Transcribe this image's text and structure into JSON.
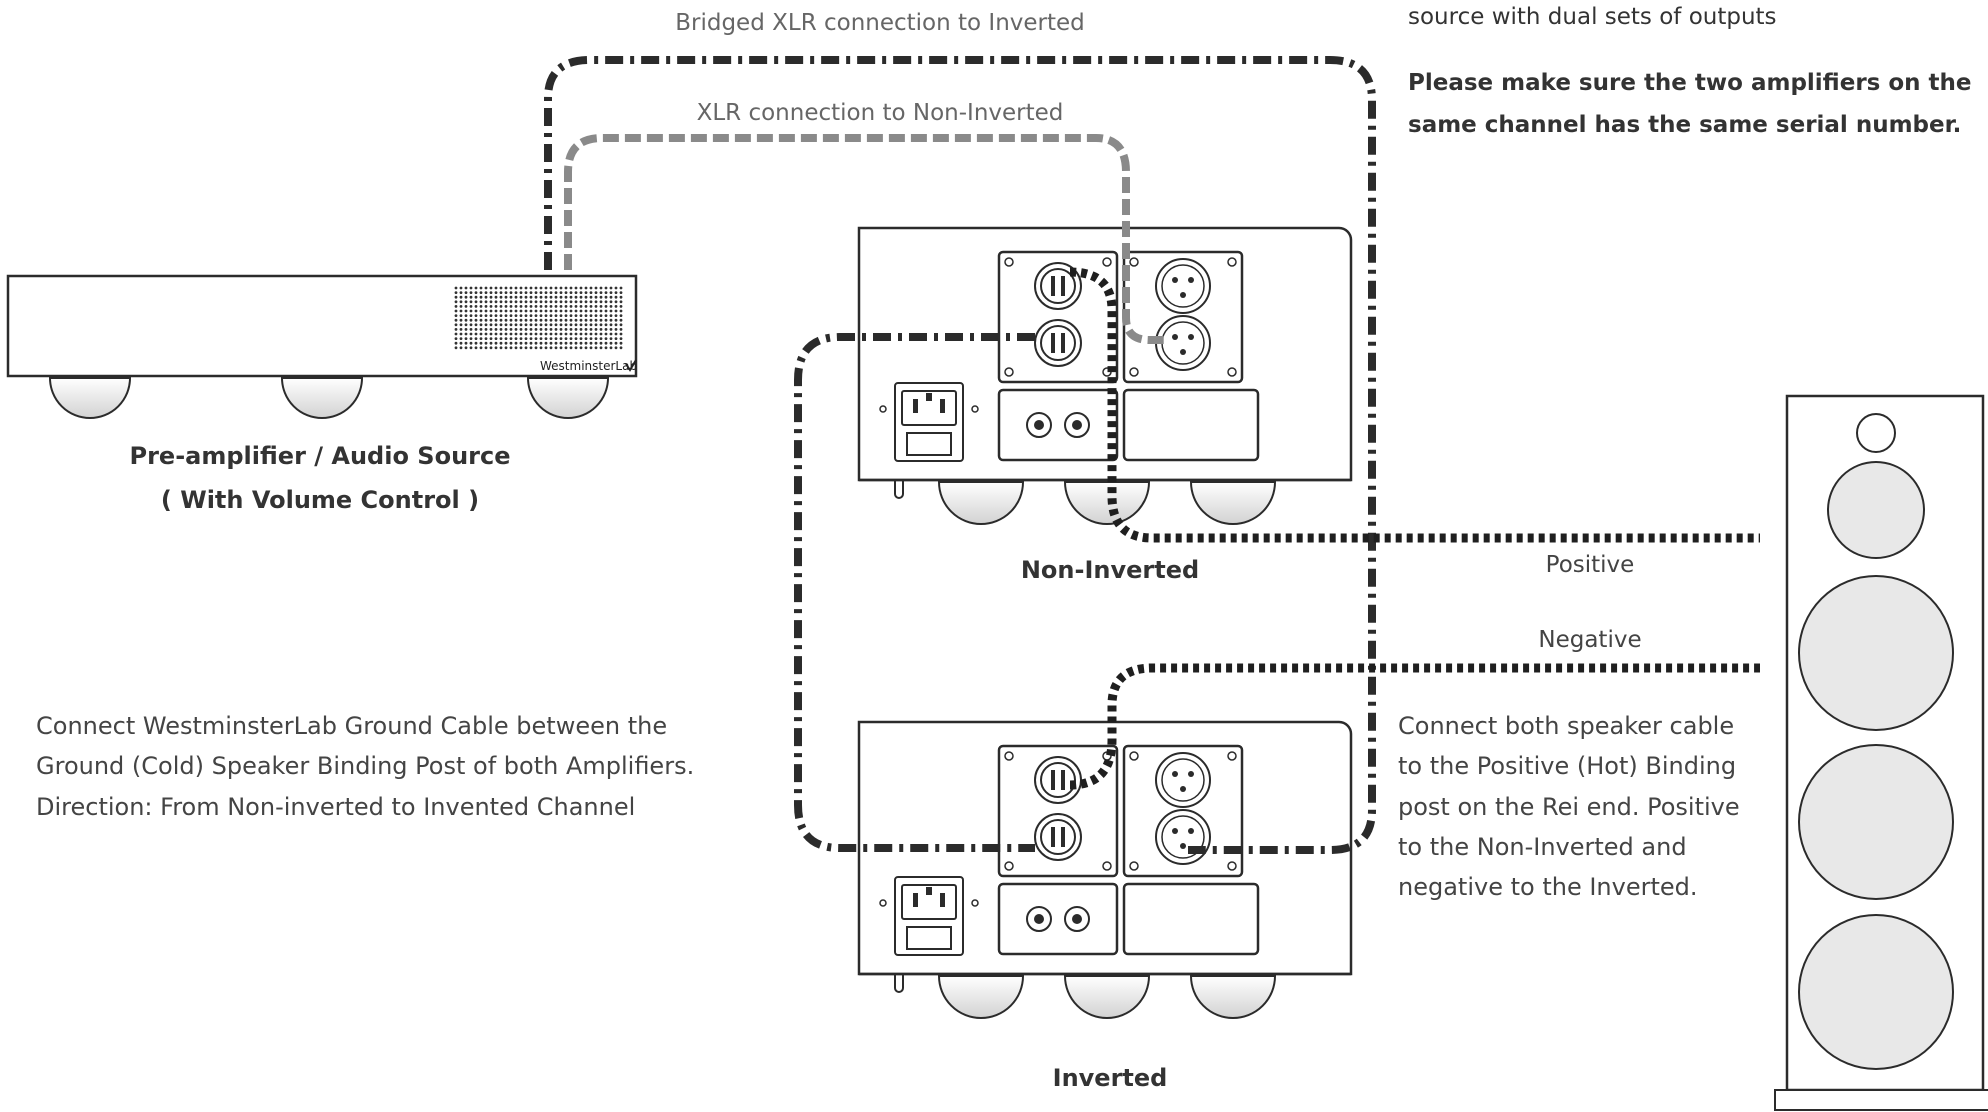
{
  "labels": {
    "bridged_xlr": "Bridged XLR connection to Inverted",
    "xlr_non_inverted": "XLR connection to Non-Inverted",
    "positive": "Positive",
    "negative": "Negative"
  },
  "notes": {
    "top_right_line1": "source with dual sets of outputs",
    "warning_line1": "Please make sure the two amplifiers on the",
    "warning_line2": "same channel has the same serial number."
  },
  "devices": {
    "preamp_brand": "WestminsterLab",
    "preamp_title": "Pre-amplifier / Audio Source",
    "preamp_subtitle": "( With Volume Control )",
    "amp_top_label": "Non-Inverted",
    "amp_bottom_label": "Inverted"
  },
  "ground_text": {
    "line1": "Connect WestminsterLab Ground Cable between the",
    "line2": "Ground (Cold) Speaker Binding Post of both Amplifiers.",
    "line3": "Direction: From Non-inverted to Invented Channel"
  },
  "speaker_text": {
    "line1": "Connect both speaker cable",
    "line2": "to the Positive (Hot) Binding",
    "line3": "post on the Rei end. Positive",
    "line4": "to the Non-Inverted and",
    "line5": "negative to the Inverted."
  },
  "colors": {
    "line": "#2b2b2b",
    "cable_dark": "#1f1f1f",
    "cable_grey": "#8a8a8a",
    "fill_grey": "#e6e6e6"
  }
}
